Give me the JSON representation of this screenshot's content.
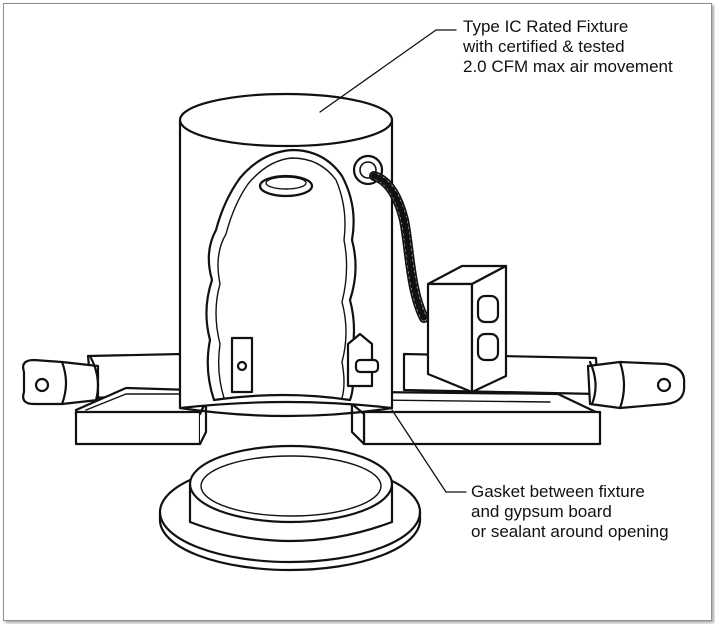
{
  "callouts": {
    "top": {
      "lines": [
        "Type IC Rated Fixture",
        "with certified & tested",
        "2.0 CFM max air movement"
      ]
    },
    "bottom": {
      "lines": [
        "Gasket between fixture",
        "and gypsum board",
        "or sealant around opening"
      ]
    }
  },
  "colors": {
    "stroke": "#111111",
    "fill": "#ffffff",
    "text": "#111111"
  }
}
